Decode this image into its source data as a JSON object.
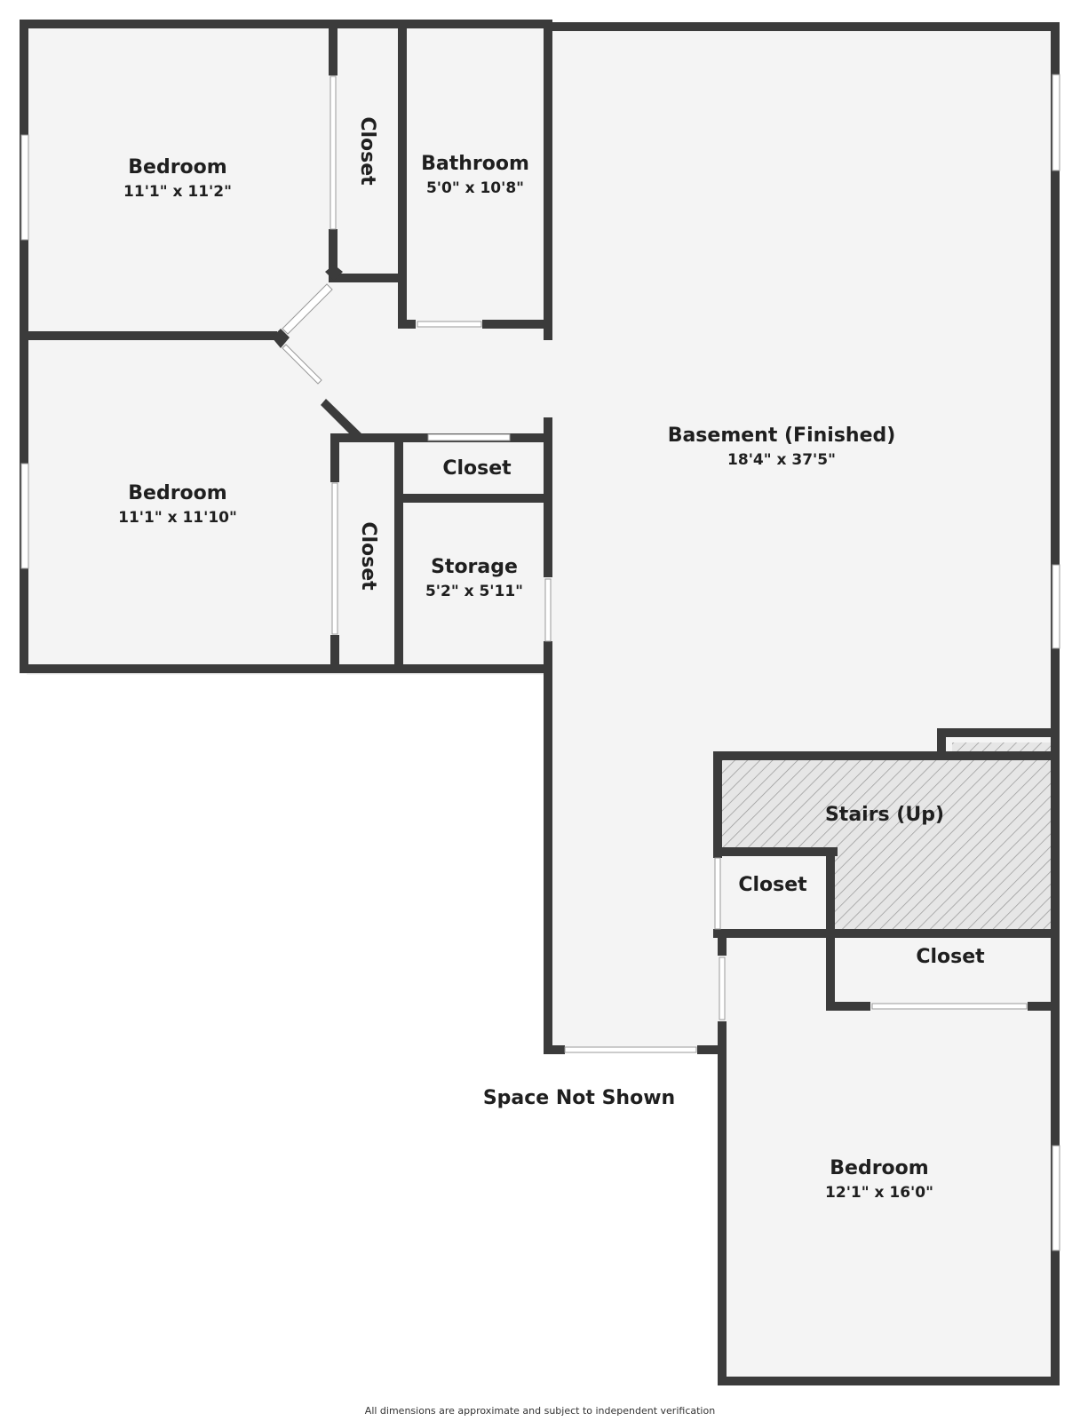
{
  "rooms": {
    "bedroom_1": {
      "name": "Bedroom",
      "dims": "11'1\" x 11'2\""
    },
    "closet_1": {
      "name": "Closet"
    },
    "bathroom": {
      "name": "Bathroom",
      "dims": "5'0\" x 10'8\""
    },
    "basement": {
      "name": "Basement (Finished)",
      "dims": "18'4\" x 37'5\""
    },
    "bedroom_2": {
      "name": "Bedroom",
      "dims": "11'1\" x 11'10\""
    },
    "closet_2": {
      "name": "Closet"
    },
    "closet_3": {
      "name": "Closet"
    },
    "storage": {
      "name": "Storage",
      "dims": "5'2\" x 5'11\""
    },
    "stairs": {
      "name": "Stairs (Up)"
    },
    "closet_4": {
      "name": "Closet"
    },
    "closet_5": {
      "name": "Closet"
    },
    "bedroom_3": {
      "name": "Bedroom",
      "dims": "12'1\" x 16'0\""
    }
  },
  "space_not_shown": "Space Not Shown",
  "disclaimer": "All dimensions are approximate and subject to independent verification",
  "colors": {
    "wall": "#3b3b3b",
    "floor": "#f4f4f4",
    "stairs_hatch": "#9a9a9a"
  }
}
